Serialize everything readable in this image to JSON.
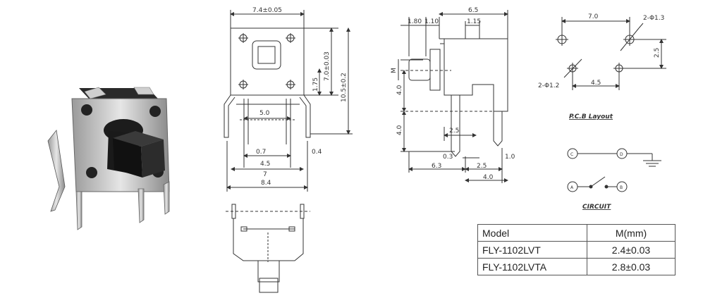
{
  "top_view": {
    "w_label": "7.4±0.05",
    "h_label1": "7.0±0.03",
    "h_label2": "10.5±0.2",
    "h_small": "1.75",
    "inner_w": "5.0",
    "pin_w": "0.7",
    "pin_pitch": "4.5",
    "pin_t": "0.4",
    "outer_w1": "7",
    "outer_w2": "8.4"
  },
  "side_view": {
    "total_w": "6.5",
    "d1": "1.80",
    "d2": "1.10",
    "d3": "1.15",
    "m_label": "M",
    "v1": "4.0",
    "v2": "4.0",
    "h_mid": "2.5",
    "h_low": "0.3",
    "bot1": "6.3",
    "bot2": "2.5",
    "bot3": "4.0",
    "r_label": "1.0"
  },
  "pcb_layout": {
    "title": "P.C.B Layout",
    "w_top": "7.0",
    "hole_top": "2-Φ1.3",
    "h_right": "2.5",
    "hole_bot": "2-Φ1.2",
    "w_bot": "4.5"
  },
  "circuit": {
    "title": "CIRCUIT",
    "n_c": "C",
    "n_d": "D",
    "n_a": "A",
    "n_b": "B"
  },
  "table": {
    "headers": [
      "Model",
      "M(mm)"
    ],
    "rows": [
      [
        "FLY-1102LVT",
        "2.4±0.03"
      ],
      [
        "FLY-1102LVTA",
        "2.8±0.03"
      ]
    ]
  }
}
